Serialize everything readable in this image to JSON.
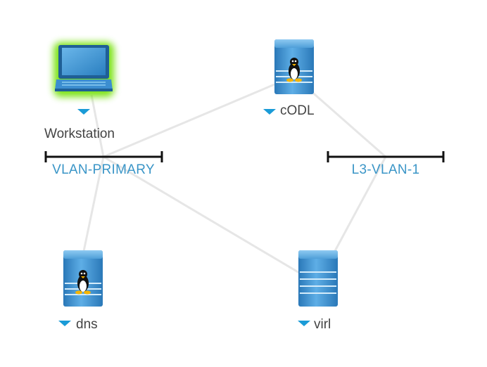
{
  "nodes": {
    "workstation": {
      "label": "Workstation",
      "icon": "laptop-icon",
      "selected": true
    },
    "codl": {
      "label": "cODL",
      "icon": "linux-server-icon"
    },
    "dns": {
      "label": "dns",
      "icon": "linux-server-icon"
    },
    "virl": {
      "label": "virl",
      "icon": "server-icon"
    }
  },
  "vlans": {
    "primary": {
      "label": "VLAN-PRIMARY"
    },
    "l3": {
      "label": "L3-VLAN-1"
    }
  },
  "links": [
    [
      "vlan-primary",
      "codl"
    ],
    [
      "vlan-primary",
      "workstation"
    ],
    [
      "vlan-primary",
      "dns"
    ],
    [
      "vlan-primary",
      "virl"
    ],
    [
      "l3-vlan-1",
      "codl"
    ],
    [
      "l3-vlan-1",
      "virl"
    ]
  ],
  "colors": {
    "device_blue": "#2f8ccd",
    "vlan_text": "#3a95c7",
    "selection_glow": "#6fe000",
    "caret": "#1a9bd7",
    "link": "#e6e6e6"
  }
}
